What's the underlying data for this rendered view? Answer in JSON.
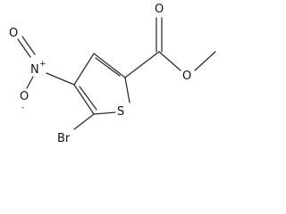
{
  "molecule": {
    "atoms": {
      "carbonyl_oxygen": "O",
      "ester_oxygen": "O",
      "sulfur": "S",
      "bromine": "Br",
      "nitro_nitrogen": "N",
      "nitro_nitrogen_charge": "+",
      "nitro_oxygen_top": "O",
      "nitro_oxygen_bottom": "O",
      "nitro_oxygen_charge": "-"
    }
  }
}
